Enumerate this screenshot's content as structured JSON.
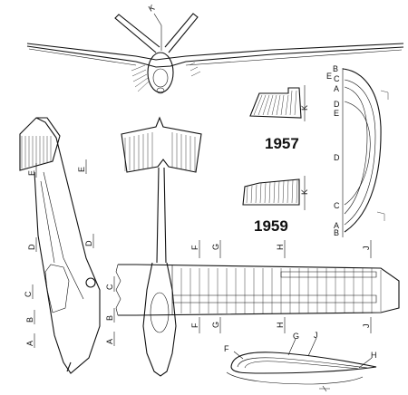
{
  "years": {
    "first": "1957",
    "second": "1959"
  },
  "section_letters": [
    "A",
    "B",
    "C",
    "D",
    "E",
    "F",
    "G",
    "H",
    "J",
    "K"
  ],
  "rib_labels": {
    "f": "F",
    "g": "G",
    "j": "J",
    "h": "H"
  }
}
